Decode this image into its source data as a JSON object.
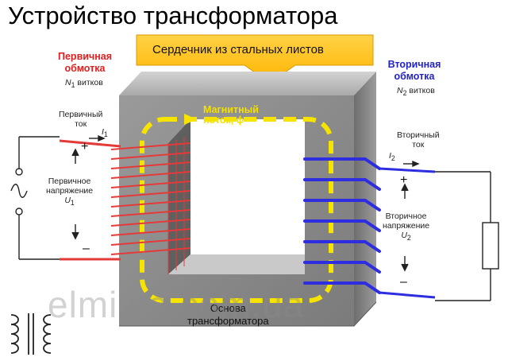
{
  "title": "Устройство трансформатора",
  "core_banner": "Сердечник из стальных листов",
  "primary": {
    "heading_line1": "Первичная",
    "heading_line2": "обмотка",
    "turns_symbol": "N",
    "turns_subscript": "1",
    "turns_word": "витков",
    "current_line1": "Первичный",
    "current_line2": "ток",
    "current_symbol": "I",
    "current_subscript": "1",
    "voltage_line1": "Первичное",
    "voltage_line2": "напряжение",
    "voltage_symbol": "U",
    "voltage_subscript": "1",
    "plus": "+",
    "minus": "–"
  },
  "secondary": {
    "heading_line1": "Вторичная",
    "heading_line2": "обмотка",
    "turns_symbol": "N",
    "turns_subscript": "2",
    "turns_word": "витков",
    "current_line1": "Вторичный",
    "current_line2": "ток",
    "current_symbol": "I",
    "current_subscript": "2",
    "voltage_line1": "Вторичное",
    "voltage_line2": "напряжение",
    "voltage_symbol": "U",
    "voltage_subscript": "2",
    "plus": "+",
    "minus": "–"
  },
  "flux": {
    "line1": "Магнитный",
    "line2": "поток,",
    "symbol": "ϕ"
  },
  "base_label": {
    "line1": "Основа",
    "line2": "трансформатора"
  },
  "watermark": "elmisto.com.ua",
  "colors": {
    "primary_winding": "#e53a3a",
    "secondary_winding": "#2e2ee0",
    "flux_arrow": "#f6e400",
    "core_face": "#8e8e8e",
    "banner": "#ffc21a"
  }
}
